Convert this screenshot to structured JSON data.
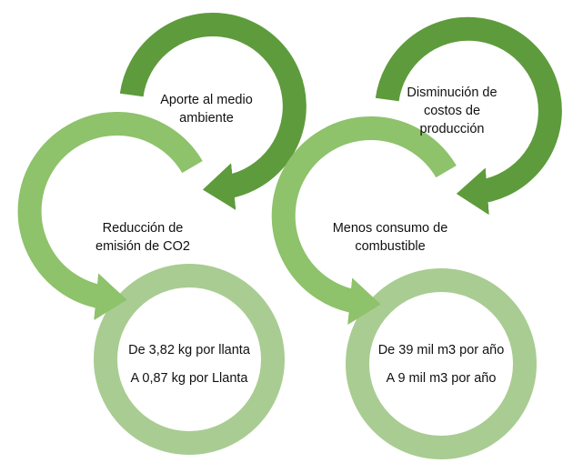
{
  "colors": {
    "dark_green": "#5e9b3c",
    "medium_green": "#8ec26b",
    "light_green": "#a9cc92",
    "text": "#111111"
  },
  "left_cycle": {
    "top": {
      "line1": "Aporte al medio",
      "line2": "ambiente"
    },
    "middle": {
      "line1": "Reducción de",
      "line2": "emisión de CO2"
    },
    "bottom": {
      "line1": "De 3,82 kg por llanta",
      "line2": "A 0,87 kg por Llanta"
    }
  },
  "right_cycle": {
    "top": {
      "line1": "Disminución de",
      "line2": "costos de",
      "line3": "producción"
    },
    "middle": {
      "line1": "Menos consumo de",
      "line2": "combustible"
    },
    "bottom": {
      "line1": "De 39 mil m3 por año",
      "line2": "A 9 mil m3 por año"
    }
  }
}
